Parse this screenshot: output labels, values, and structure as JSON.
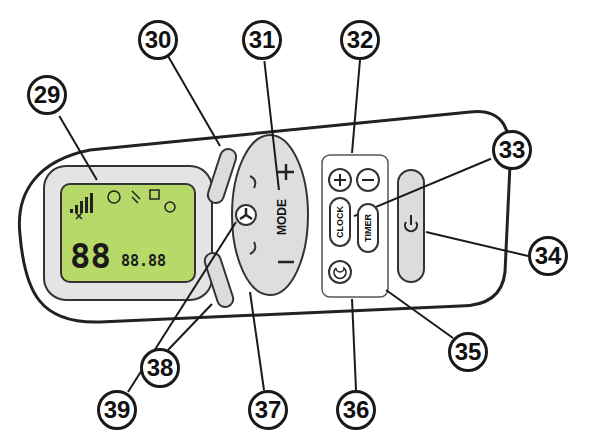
{
  "diagram": {
    "nodes": [
      {
        "text": [
          "29"
        ]
      },
      {
        "text": [
          "30"
        ]
      },
      {
        "text": [
          "31"
        ]
      },
      {
        "text": [
          "32"
        ]
      },
      {
        "text": [
          "33"
        ]
      },
      {
        "text": [
          "88",
          "88.88"
        ]
      },
      {
        "text": [
          "MODE"
        ]
      },
      {
        "text": [
          "CLOCK"
        ]
      },
      {
        "text": [
          "TIMER"
        ]
      },
      {
        "text": [
          "34"
        ]
      },
      {
        "text": [
          "39"
        ]
      },
      {
        "text": [
          "38"
        ]
      },
      {
        "text": [
          "37"
        ]
      },
      {
        "text": [
          "36"
        ]
      },
      {
        "text": [
          "35"
        ]
      }
    ],
    "edges": [
      {
        "from": 0,
        "to": 5,
        "arrow": "none"
      },
      {
        "from": 2,
        "to": 6,
        "arrow": "none"
      },
      {
        "from": 4,
        "to": 7,
        "arrow": "none"
      }
    ]
  }
}
